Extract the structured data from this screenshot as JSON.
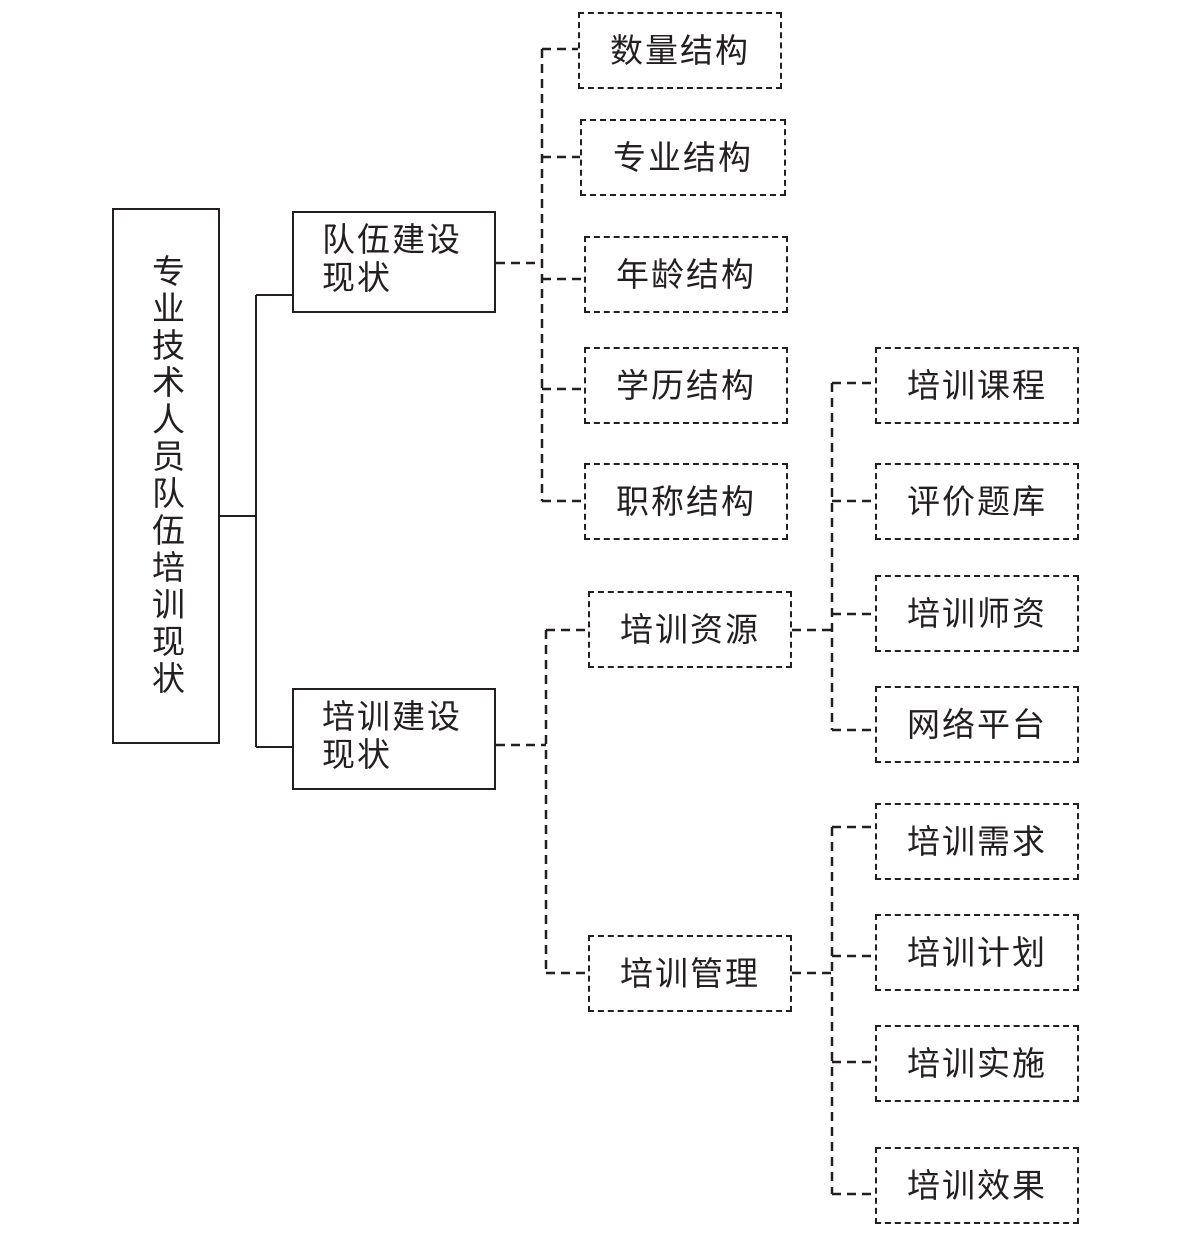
{
  "diagram": {
    "root": {
      "label": "专业技术人员队伍培训现状"
    },
    "branches": [
      {
        "label": "队伍建设\n现状",
        "children": [
          {
            "label": "数量结构"
          },
          {
            "label": "专业结构"
          },
          {
            "label": "年龄结构"
          },
          {
            "label": "学历结构"
          },
          {
            "label": "职称结构"
          }
        ]
      },
      {
        "label": "培训建设\n现状",
        "children": [
          {
            "label": "培训资源",
            "children": [
              {
                "label": "培训课程"
              },
              {
                "label": "评价题库"
              },
              {
                "label": "培训师资"
              },
              {
                "label": "网络平台"
              }
            ]
          },
          {
            "label": "培训管理",
            "children": [
              {
                "label": "培训需求"
              },
              {
                "label": "培训计划"
              },
              {
                "label": "培训实施"
              },
              {
                "label": "培训效果"
              }
            ]
          }
        ]
      }
    ]
  }
}
